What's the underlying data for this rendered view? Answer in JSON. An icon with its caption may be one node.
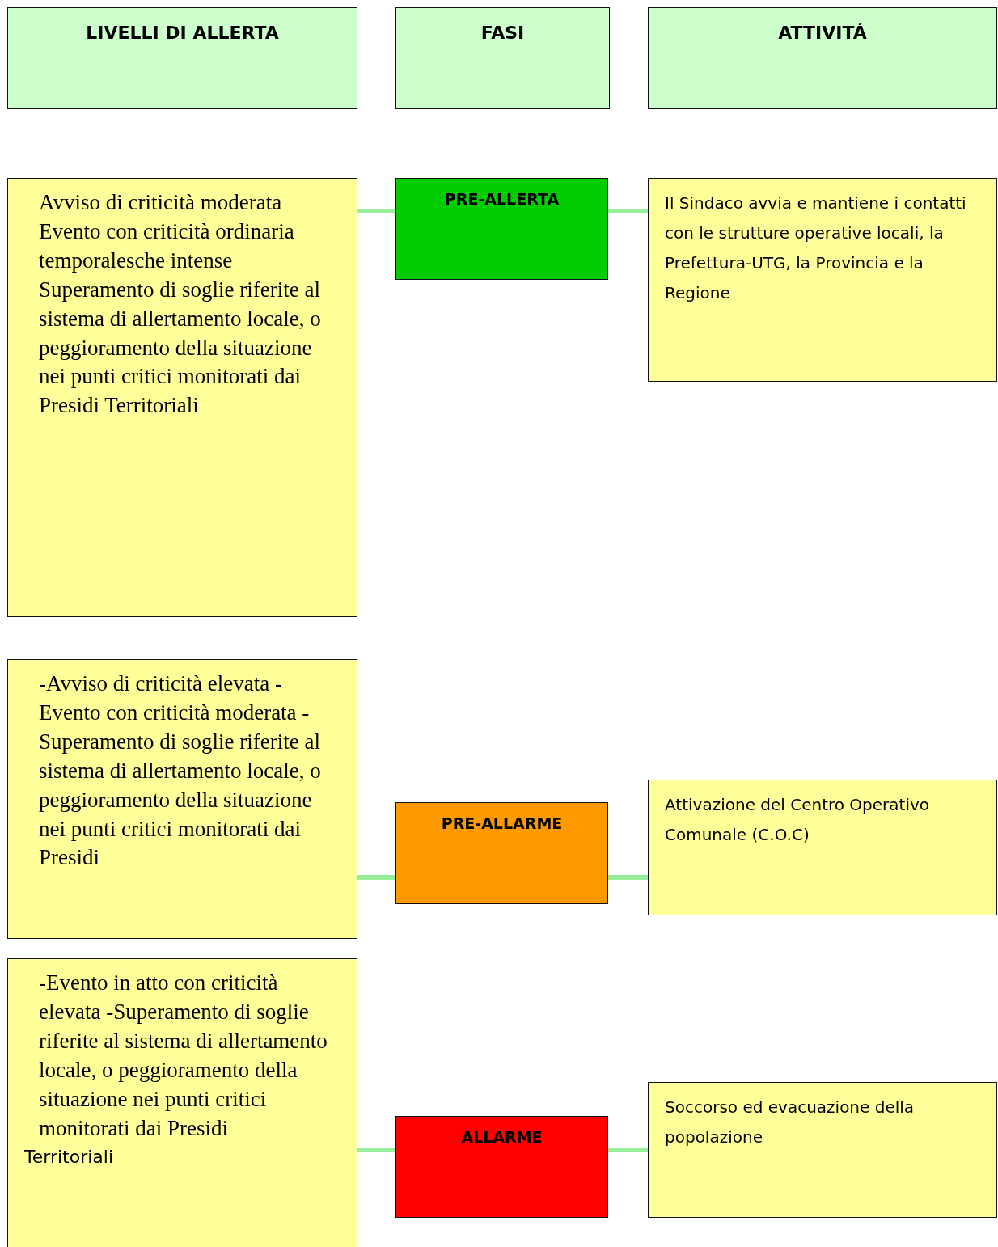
{
  "diagram": {
    "nodes": [
      {
        "text": [
          "LIVELLI DI ALLERTA"
        ]
      },
      {
        "text": [
          "FASI"
        ]
      },
      {
        "text": [
          "ATTIVITÁ"
        ]
      },
      {
        "text": [
          "Avviso di criticità moderata Evento con criticità ordinaria temporalesche intense Superamento di soglie riferite al sistema di allertamento locale, o peggioramento della situazione nei punti critici monitorati dai Presidi Territoriali"
        ]
      },
      {
        "text": [
          "PRE-ALLERTA"
        ]
      },
      {
        "text": [
          "Il Sindaco avvia e mantiene i contatti con le strutture operative locali, la Prefettura-UTG, la Provincia e la Regione"
        ]
      },
      {
        "text": [
          "-Avviso di criticità elevata -Evento con criticità moderata -Superamento di soglie riferite al sistema di allertamento locale, o peggioramento della situazione nei punti critici monitorati dai Presidi"
        ]
      },
      {
        "text": [
          "PRE-ALLARME"
        ]
      },
      {
        "text": [
          "Attivazione del Centro Operativo Comunale (C.O.C)"
        ]
      },
      {
        "text": [
          "-Evento in atto con criticità elevata -Superamento di soglie riferite al sistema di allertamento locale, o peggioramento della situazione nei punti critici monitorati dai Presidi",
          "Territoriali"
        ]
      },
      {
        "text": [
          "ALLARME"
        ]
      },
      {
        "text": [
          "Soccorso ed evacuazione della popolazione"
        ]
      }
    ],
    "edges": [
      {
        "from": 3,
        "to": 4,
        "arrow": "none"
      },
      {
        "from": 4,
        "to": 5,
        "arrow": "none"
      },
      {
        "from": 6,
        "to": 7,
        "arrow": "none"
      },
      {
        "from": 7,
        "to": 8,
        "arrow": "none"
      },
      {
        "from": 9,
        "to": 10,
        "arrow": "none"
      },
      {
        "from": 10,
        "to": 11,
        "arrow": "none"
      }
    ]
  }
}
